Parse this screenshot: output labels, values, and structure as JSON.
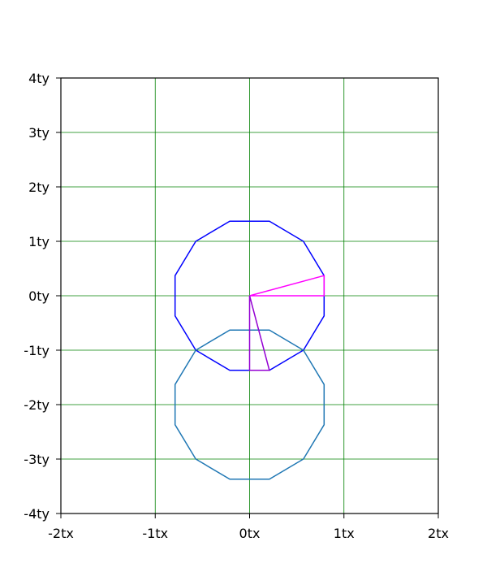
{
  "chart_data": {
    "type": "line",
    "title": "",
    "xlabel": "",
    "ylabel": "",
    "xlim": [
      -2,
      2
    ],
    "ylim": [
      -4,
      4
    ],
    "grid": true,
    "grid_color": "#008000",
    "x_ticks": [
      {
        "value": -2,
        "label": "-2tx"
      },
      {
        "value": -1,
        "label": "-1tx"
      },
      {
        "value": 0,
        "label": "0tx"
      },
      {
        "value": 1,
        "label": "1tx"
      },
      {
        "value": 2,
        "label": "2tx"
      }
    ],
    "y_ticks": [
      {
        "value": 4,
        "label": "4ty"
      },
      {
        "value": 3,
        "label": "3ty"
      },
      {
        "value": 2,
        "label": "2ty"
      },
      {
        "value": 1,
        "label": "1ty"
      },
      {
        "value": 0,
        "label": "0ty"
      },
      {
        "value": -1,
        "label": "-1ty"
      },
      {
        "value": -2,
        "label": "-2ty"
      },
      {
        "value": -3,
        "label": "-3ty"
      },
      {
        "value": -4,
        "label": "-4ty"
      }
    ],
    "series": [
      {
        "color": "#0000ff",
        "closed": true,
        "points": [
          [
            -0.21,
            1.37
          ],
          [
            0.21,
            1.37
          ],
          [
            0.57,
            1.0
          ],
          [
            0.79,
            0.37
          ],
          [
            0.79,
            -0.37
          ],
          [
            0.57,
            -1.0
          ],
          [
            0.21,
            -1.37
          ],
          [
            -0.21,
            -1.37
          ],
          [
            -0.57,
            -1.0
          ],
          [
            -0.79,
            -0.37
          ],
          [
            -0.79,
            0.37
          ],
          [
            -0.57,
            1.0
          ]
        ]
      },
      {
        "color": "#1f77b4",
        "closed": true,
        "points": [
          [
            -0.21,
            -0.63
          ],
          [
            0.21,
            -0.63
          ],
          [
            0.57,
            -1.0
          ],
          [
            0.79,
            -1.63
          ],
          [
            0.79,
            -2.37
          ],
          [
            0.57,
            -3.0
          ],
          [
            0.21,
            -3.37
          ],
          [
            -0.21,
            -3.37
          ],
          [
            -0.57,
            -3.0
          ],
          [
            -0.79,
            -2.37
          ],
          [
            -0.79,
            -1.63
          ],
          [
            -0.57,
            -1.0
          ]
        ]
      },
      {
        "color": "#ff00ff",
        "closed": true,
        "points": [
          [
            0,
            0
          ],
          [
            0.79,
            0.37
          ],
          [
            0.79,
            0
          ]
        ]
      },
      {
        "color": "#9400d3",
        "closed": true,
        "points": [
          [
            0,
            0
          ],
          [
            0.21,
            -1.37
          ],
          [
            0,
            -1.37
          ]
        ]
      }
    ]
  }
}
